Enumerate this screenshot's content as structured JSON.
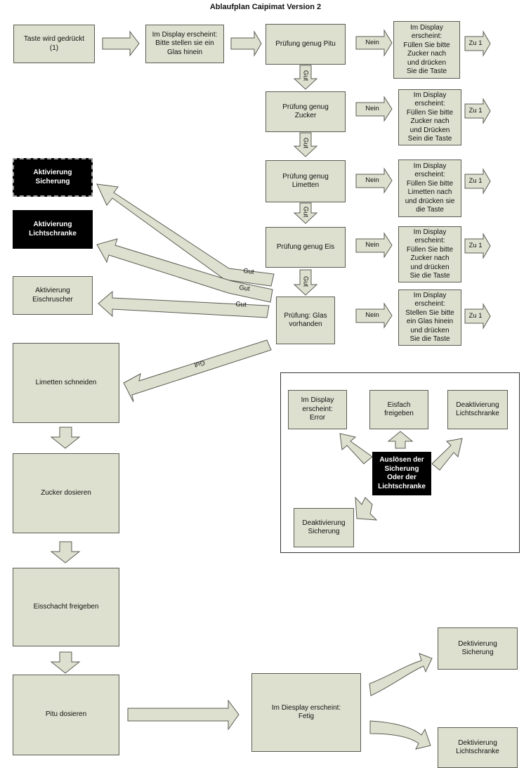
{
  "title": "Ablaufplan Caipimat Version 2",
  "boxes": {
    "taste": "Taste wird gedrückt\n(1)",
    "display_glas": "Im Display erscheint:\nBitte stellen sie ein\nGlas hinein",
    "pruef_pitu": "Prüfung genug Pitu",
    "msg_pitu": "Im Display\nerscheint:\nFüllen Sie bitte\nZucker nach\nund drücken\nSie die Taste",
    "zu1_a": "Zu 1",
    "pruef_zucker": "Prüfung genug\nZucker",
    "msg_zucker": "Im Display\nerscheint:\nFüllen Sie bitte\nZucker nach\nund Drücken\nSein die Taste",
    "zu1_b": "Zu 1",
    "pruef_limetten": "Prüfung genug\nLimetten",
    "msg_limetten": "Im Display\nerscheint:\nFüllen Sie bitte\nLimetten nach\nund drücken sie\ndie Taste",
    "zu1_c": "Zu 1",
    "pruef_eis": "Prüfung genug Eis",
    "msg_eis": "Im Display\nerscheint:\nFüllen Sie bitte\nZucker nach\nund drücken\nSie die Taste",
    "zu1_d": "Zu 1",
    "pruef_glas": "Prüfung: Glas\nvorhanden",
    "msg_glas": "Im Display\nerscheint:\nStellen Sie bitte\nein Glas hinein\nund drücken\nSie die Taste",
    "zu1_e": "Zu 1",
    "akt_sicherung": "Aktivierung\nSicherung",
    "akt_lichtschranke": "Aktivierung\nLichtschranke",
    "akt_eis": "Aktivierung\nEischruscher",
    "limetten_schneiden": "Limetten schneiden",
    "zucker_dosieren": "Zucker dosieren",
    "eisschacht": "Eisschacht freigeben",
    "pitu_dosieren": "Pitu dosieren",
    "display_fertig": "Im Diesplay erscheint:\nFetig",
    "dekt_sicherung": "Dektivierung\nSicherung",
    "dekt_lichtschranke": "Dektivierung\nLichtschranke",
    "panel_error": "Im Display\nerscheint:\nError",
    "panel_freigeben": "Eisfach\nfreigeben",
    "panel_deakt_licht": "Deaktivierung\nLichtschranke",
    "panel_ausloesen": "Auslösen der\nSicherung\nOder der\nLichtschranke",
    "panel_deakt_sich": "Deaktivierung\nSicherung"
  },
  "arrow_labels": {
    "nein": "Nein",
    "gut": "Gut"
  },
  "colors": {
    "box_fill": "#dde0cf",
    "box_border": "#5b5b53",
    "dark_fill": "#000000"
  }
}
